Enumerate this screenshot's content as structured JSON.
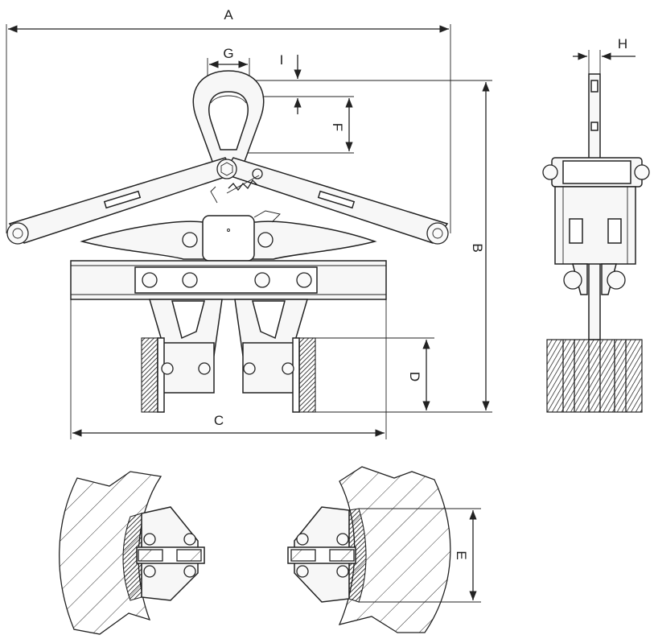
{
  "dimensions": {
    "A": "A",
    "B": "B",
    "C": "C",
    "D": "D",
    "E": "E",
    "F": "F",
    "G": "G",
    "H": "H",
    "I": "I"
  }
}
